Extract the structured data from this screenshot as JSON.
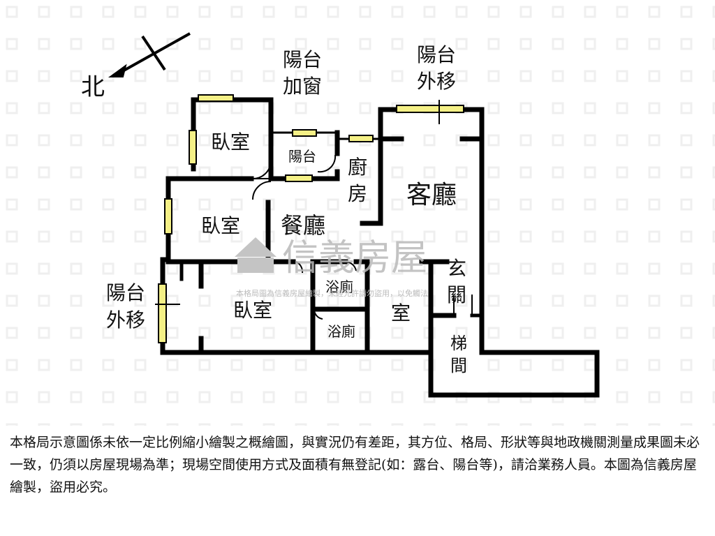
{
  "compass": {
    "label": "北"
  },
  "rooms": {
    "bedroom_top": "臥室",
    "bedroom_mid": "臥室",
    "bedroom_bottom": "臥室",
    "balcony_small": "陽台",
    "kitchen": "廚房",
    "dining": "餐廳",
    "living": "客廳",
    "bath_1": "浴廁",
    "bath_2": "浴廁",
    "entry_foyer": "玄關",
    "entry_room": "室",
    "stairs": "梯間"
  },
  "annotations": {
    "balcony_window_l1": "陽台",
    "balcony_window_l2": "加窗",
    "balcony_shift_top_l1": "陽台",
    "balcony_shift_top_l2": "外移",
    "balcony_shift_left_l1": "陽台",
    "balcony_shift_left_l2": "外移"
  },
  "watermark": {
    "brand": "信義房屋",
    "notice": "本格局圖為信義房屋繪製，未經允許請勿盜用，以免觸法"
  },
  "disclaimer": "本格局示意圖係未依一定比例縮小繪製之概繪圖，與實況仍有差距，其方位、格局、形狀等與地政機關測量成果圖未必一致，仍須以房屋現場為準；現場空間使用方式及面積有無登記(如：露台、陽台等)，請洽業務人員。本圖為信義房屋繪製，盜用必究。",
  "colors": {
    "wall": "#000000",
    "window": "#f4f086",
    "watermark": "#b9b9b9",
    "hatch": "#f1f1f1"
  }
}
